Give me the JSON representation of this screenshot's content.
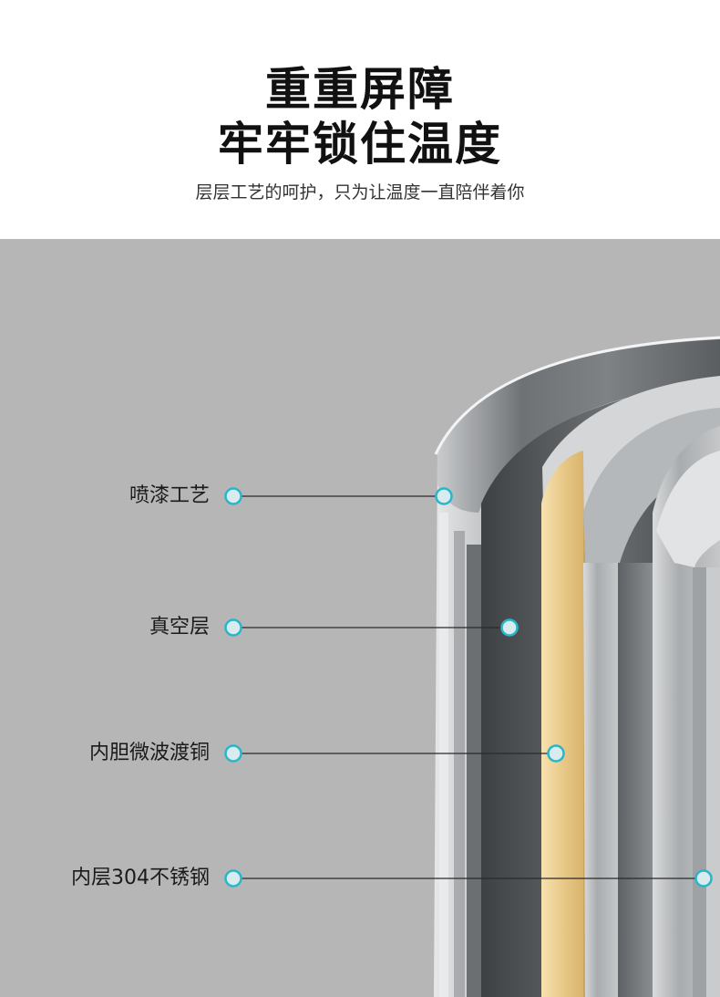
{
  "header": {
    "title_line1": "重重屏障",
    "title_line2": "牢牢锁住温度",
    "subtitle": "层层工艺的呵护，只为让温度一直陪伴着你"
  },
  "callouts": [
    {
      "label": "喷漆工艺"
    },
    {
      "label": "真空层"
    },
    {
      "label": "内胆微波渡铜"
    },
    {
      "label": "内层304不锈钢"
    }
  ],
  "colors": {
    "panel_background": "#b7b6b7",
    "marker": "#29b6c8",
    "copper_layer": "#e9cf8e"
  }
}
